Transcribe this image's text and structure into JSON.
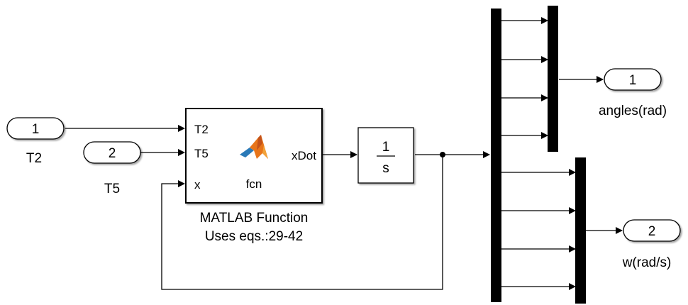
{
  "inports": [
    {
      "number": "1",
      "name": "T2"
    },
    {
      "number": "2",
      "name": "T5"
    }
  ],
  "matlab_function": {
    "ports_in": [
      "T2",
      "T5",
      "x"
    ],
    "port_out": "xDot",
    "center_text": "fcn",
    "icon": "matlab-logo-icon",
    "caption_line1": "MATLAB Function",
    "caption_line2": "Uses eqs.:29-42"
  },
  "integrator": {
    "numerator": "1",
    "denominator": "s"
  },
  "outports": [
    {
      "number": "1",
      "name": "angles(rad)"
    },
    {
      "number": "2",
      "name": "w(rad/s)"
    }
  ],
  "colors": {
    "line": "#000000",
    "block_bg": "#ffffff",
    "logo_orange": "#e8751a",
    "logo_blue": "#2a7ab8"
  }
}
